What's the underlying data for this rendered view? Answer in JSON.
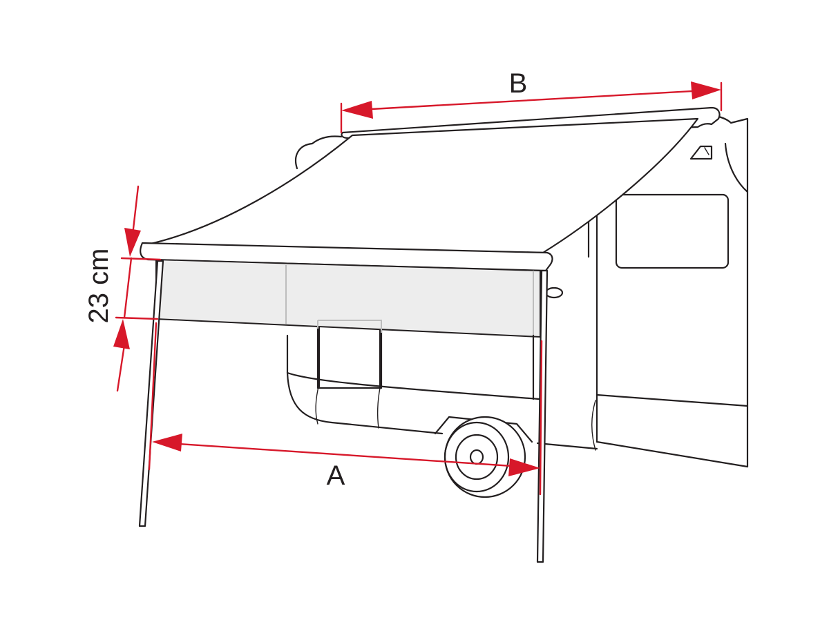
{
  "figure": {
    "labels": {
      "height_value": "23 cm",
      "width_label": "A",
      "length_label": "B"
    },
    "colors": {
      "line_art": "#231f20",
      "dimension": "#d7182a",
      "valance_fill": "#ededed",
      "background": "#ffffff"
    },
    "parts": [
      "caravan-body",
      "awning-canopy",
      "front-valance",
      "support-legs",
      "wheel",
      "dimension-arrows"
    ]
  }
}
